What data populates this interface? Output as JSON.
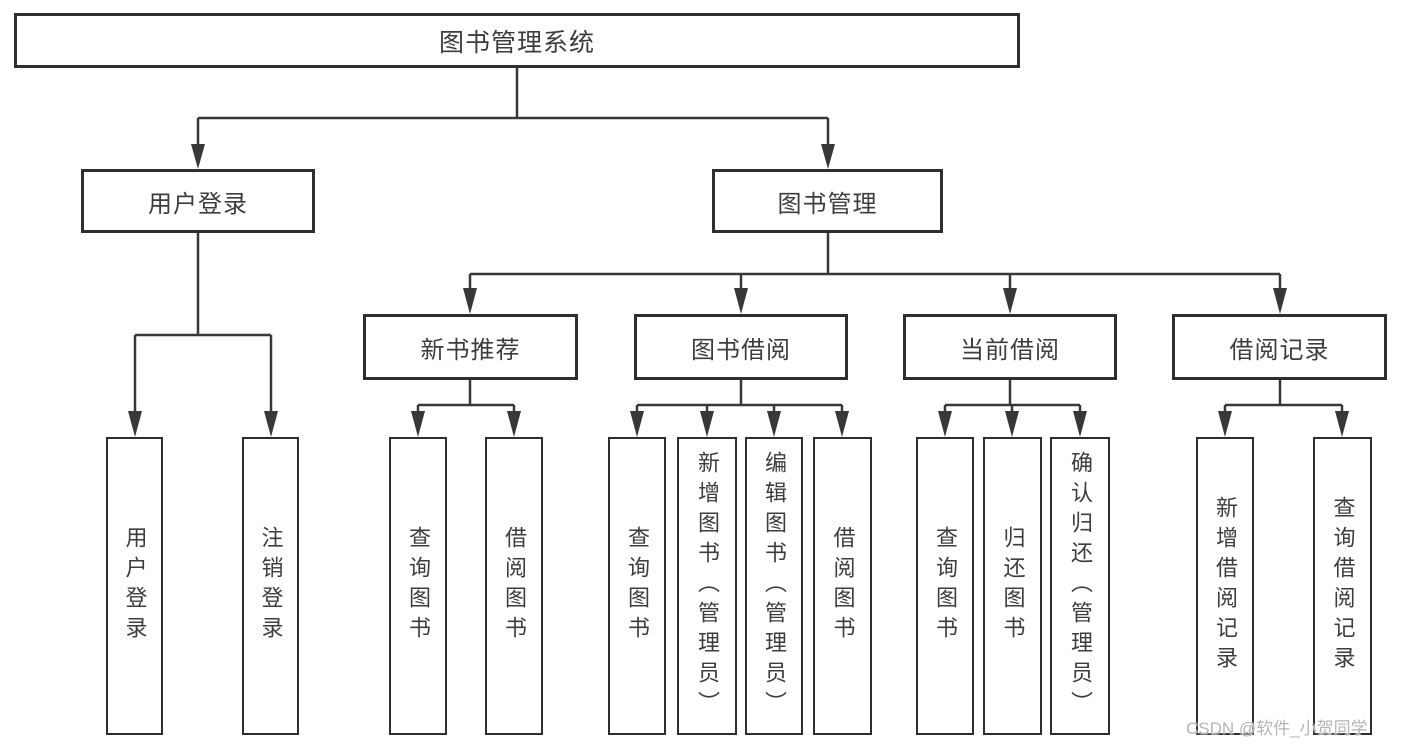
{
  "tree": {
    "label": "图书管理系统",
    "children": [
      {
        "label": "用户登录",
        "children": [
          {
            "label": "用户登录"
          },
          {
            "label": "注销登录"
          }
        ]
      },
      {
        "label": "图书管理",
        "children": [
          {
            "label": "新书推荐",
            "children": [
              {
                "label": "查询图书"
              },
              {
                "label": "借阅图书"
              }
            ]
          },
          {
            "label": "图书借阅",
            "children": [
              {
                "label": "查询图书"
              },
              {
                "label": "新增图书（管理员）"
              },
              {
                "label": "编辑图书（管理员）"
              },
              {
                "label": "借阅图书"
              }
            ]
          },
          {
            "label": "当前借阅",
            "children": [
              {
                "label": "查询图书"
              },
              {
                "label": "归还图书"
              },
              {
                "label": "确认归还（管理员）"
              }
            ]
          },
          {
            "label": "借阅记录",
            "children": [
              {
                "label": "新增借阅记录"
              },
              {
                "label": "查询借阅记录"
              }
            ]
          }
        ]
      }
    ]
  },
  "watermark": "CSDN @软件_小贺同学",
  "colors": {
    "line": "#383838",
    "box_border": "#2e2e2e",
    "text": "#3d3d3d",
    "watermark": "#b5b5b5",
    "background": "#ffffff"
  }
}
